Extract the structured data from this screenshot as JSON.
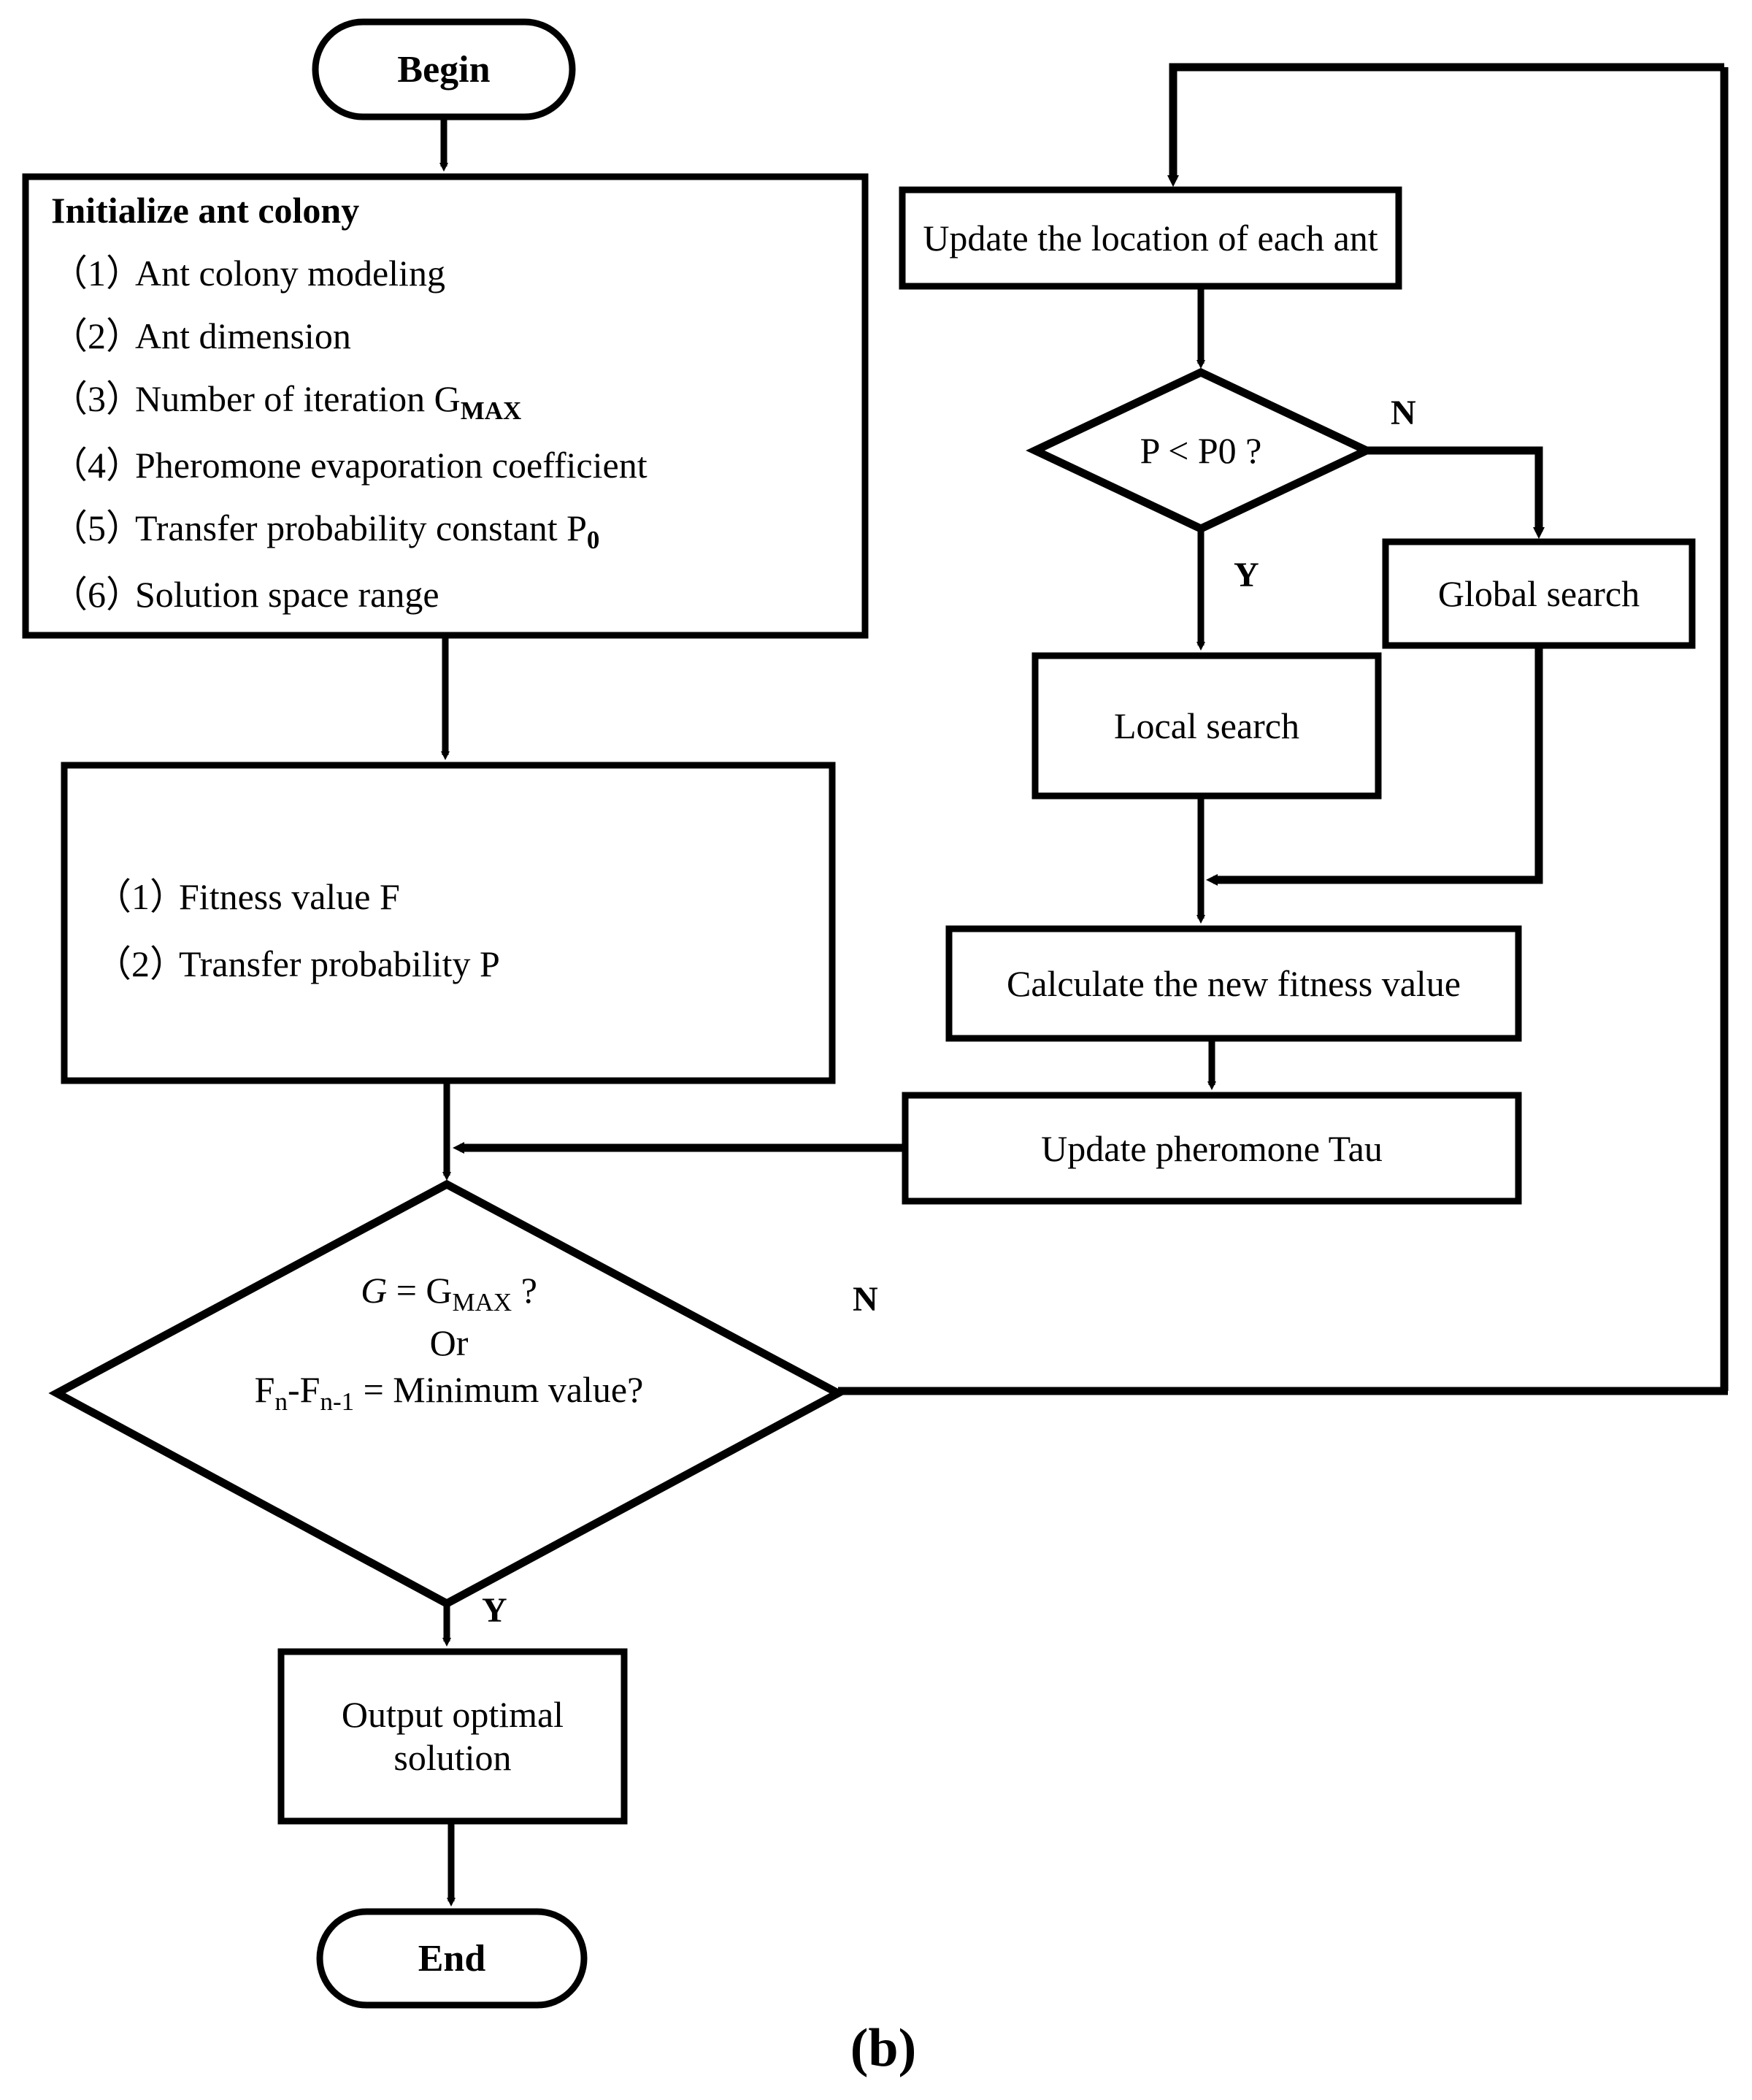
{
  "figure": {
    "caption": "(b)",
    "stroke_color": "#000000",
    "fill_color": "#ffffff",
    "background": "#ffffff"
  },
  "nodes": {
    "begin": {
      "label": "Begin",
      "shape": "terminator"
    },
    "initialize": {
      "shape": "process",
      "title": "Initialize ant colony",
      "items": [
        {
          "num": "（1）",
          "text": "Ant colony modeling"
        },
        {
          "num": "（2）",
          "text": "Ant dimension"
        },
        {
          "num": "（3）",
          "text": "Number of iteration G",
          "sub": "MAX"
        },
        {
          "num": "（4）",
          "text": "Pheromone evaporation coefficient"
        },
        {
          "num": "（5）",
          "text": "Transfer probability constant P",
          "sub": "0"
        },
        {
          "num": "（6）",
          "text": "Solution space range"
        }
      ]
    },
    "evaluate": {
      "shape": "process",
      "items": [
        {
          "num": "（1）",
          "text": "Fitness value F"
        },
        {
          "num": "（2）",
          "text": "Transfer probability P"
        }
      ]
    },
    "update_location": {
      "label": "Update the location of each ant",
      "shape": "process"
    },
    "decision_p": {
      "label": "P < P0 ?",
      "shape": "decision"
    },
    "global_search": {
      "label": "Global search",
      "shape": "process"
    },
    "local_search": {
      "label": "Local search",
      "shape": "process"
    },
    "calculate_fitness": {
      "label": "Calculate the new fitness value",
      "shape": "process"
    },
    "update_pheromone": {
      "label": "Update pheromone Tau",
      "shape": "process"
    },
    "decision_stop": {
      "shape": "decision",
      "line1_a": "G",
      "line1_b": " = G",
      "line1_sub": "MAX",
      "line1_c": " ?",
      "line2": "Or",
      "line3_a": "F",
      "line3_sub1": "n",
      "line3_b": "-F",
      "line3_sub2": "n-1",
      "line3_c": " = Minimum value?"
    },
    "output": {
      "label_line1": "Output optimal",
      "label_line2": "solution",
      "shape": "process"
    },
    "end": {
      "label": "End",
      "shape": "terminator"
    }
  },
  "edge_labels": {
    "p_no": "N",
    "p_yes": "Y",
    "stop_no": "N",
    "stop_yes": "Y"
  }
}
